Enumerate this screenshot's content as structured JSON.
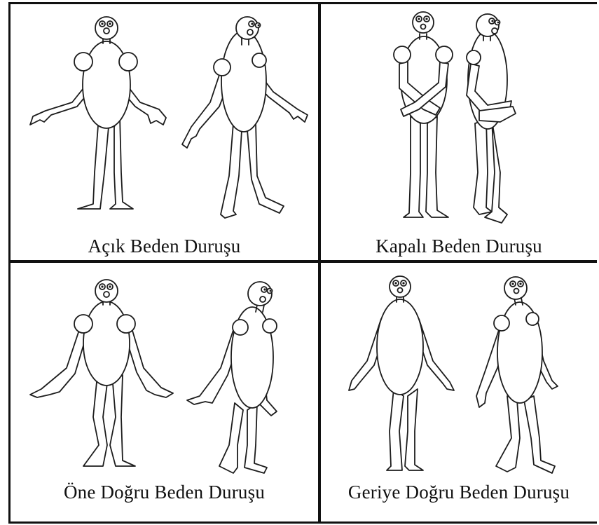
{
  "panels": [
    {
      "id": "open",
      "caption": "Açık Beden Duruşu"
    },
    {
      "id": "closed",
      "caption": "Kapalı Beden Duruşu"
    },
    {
      "id": "forward",
      "caption": "Öne Doğru Beden Duruşu"
    },
    {
      "id": "backward",
      "caption": "Geriye Doğru Beden Duruşu"
    }
  ],
  "colors": {
    "line": "#111111",
    "background": "#ffffff"
  },
  "figures": {
    "per_panel": 2
  }
}
